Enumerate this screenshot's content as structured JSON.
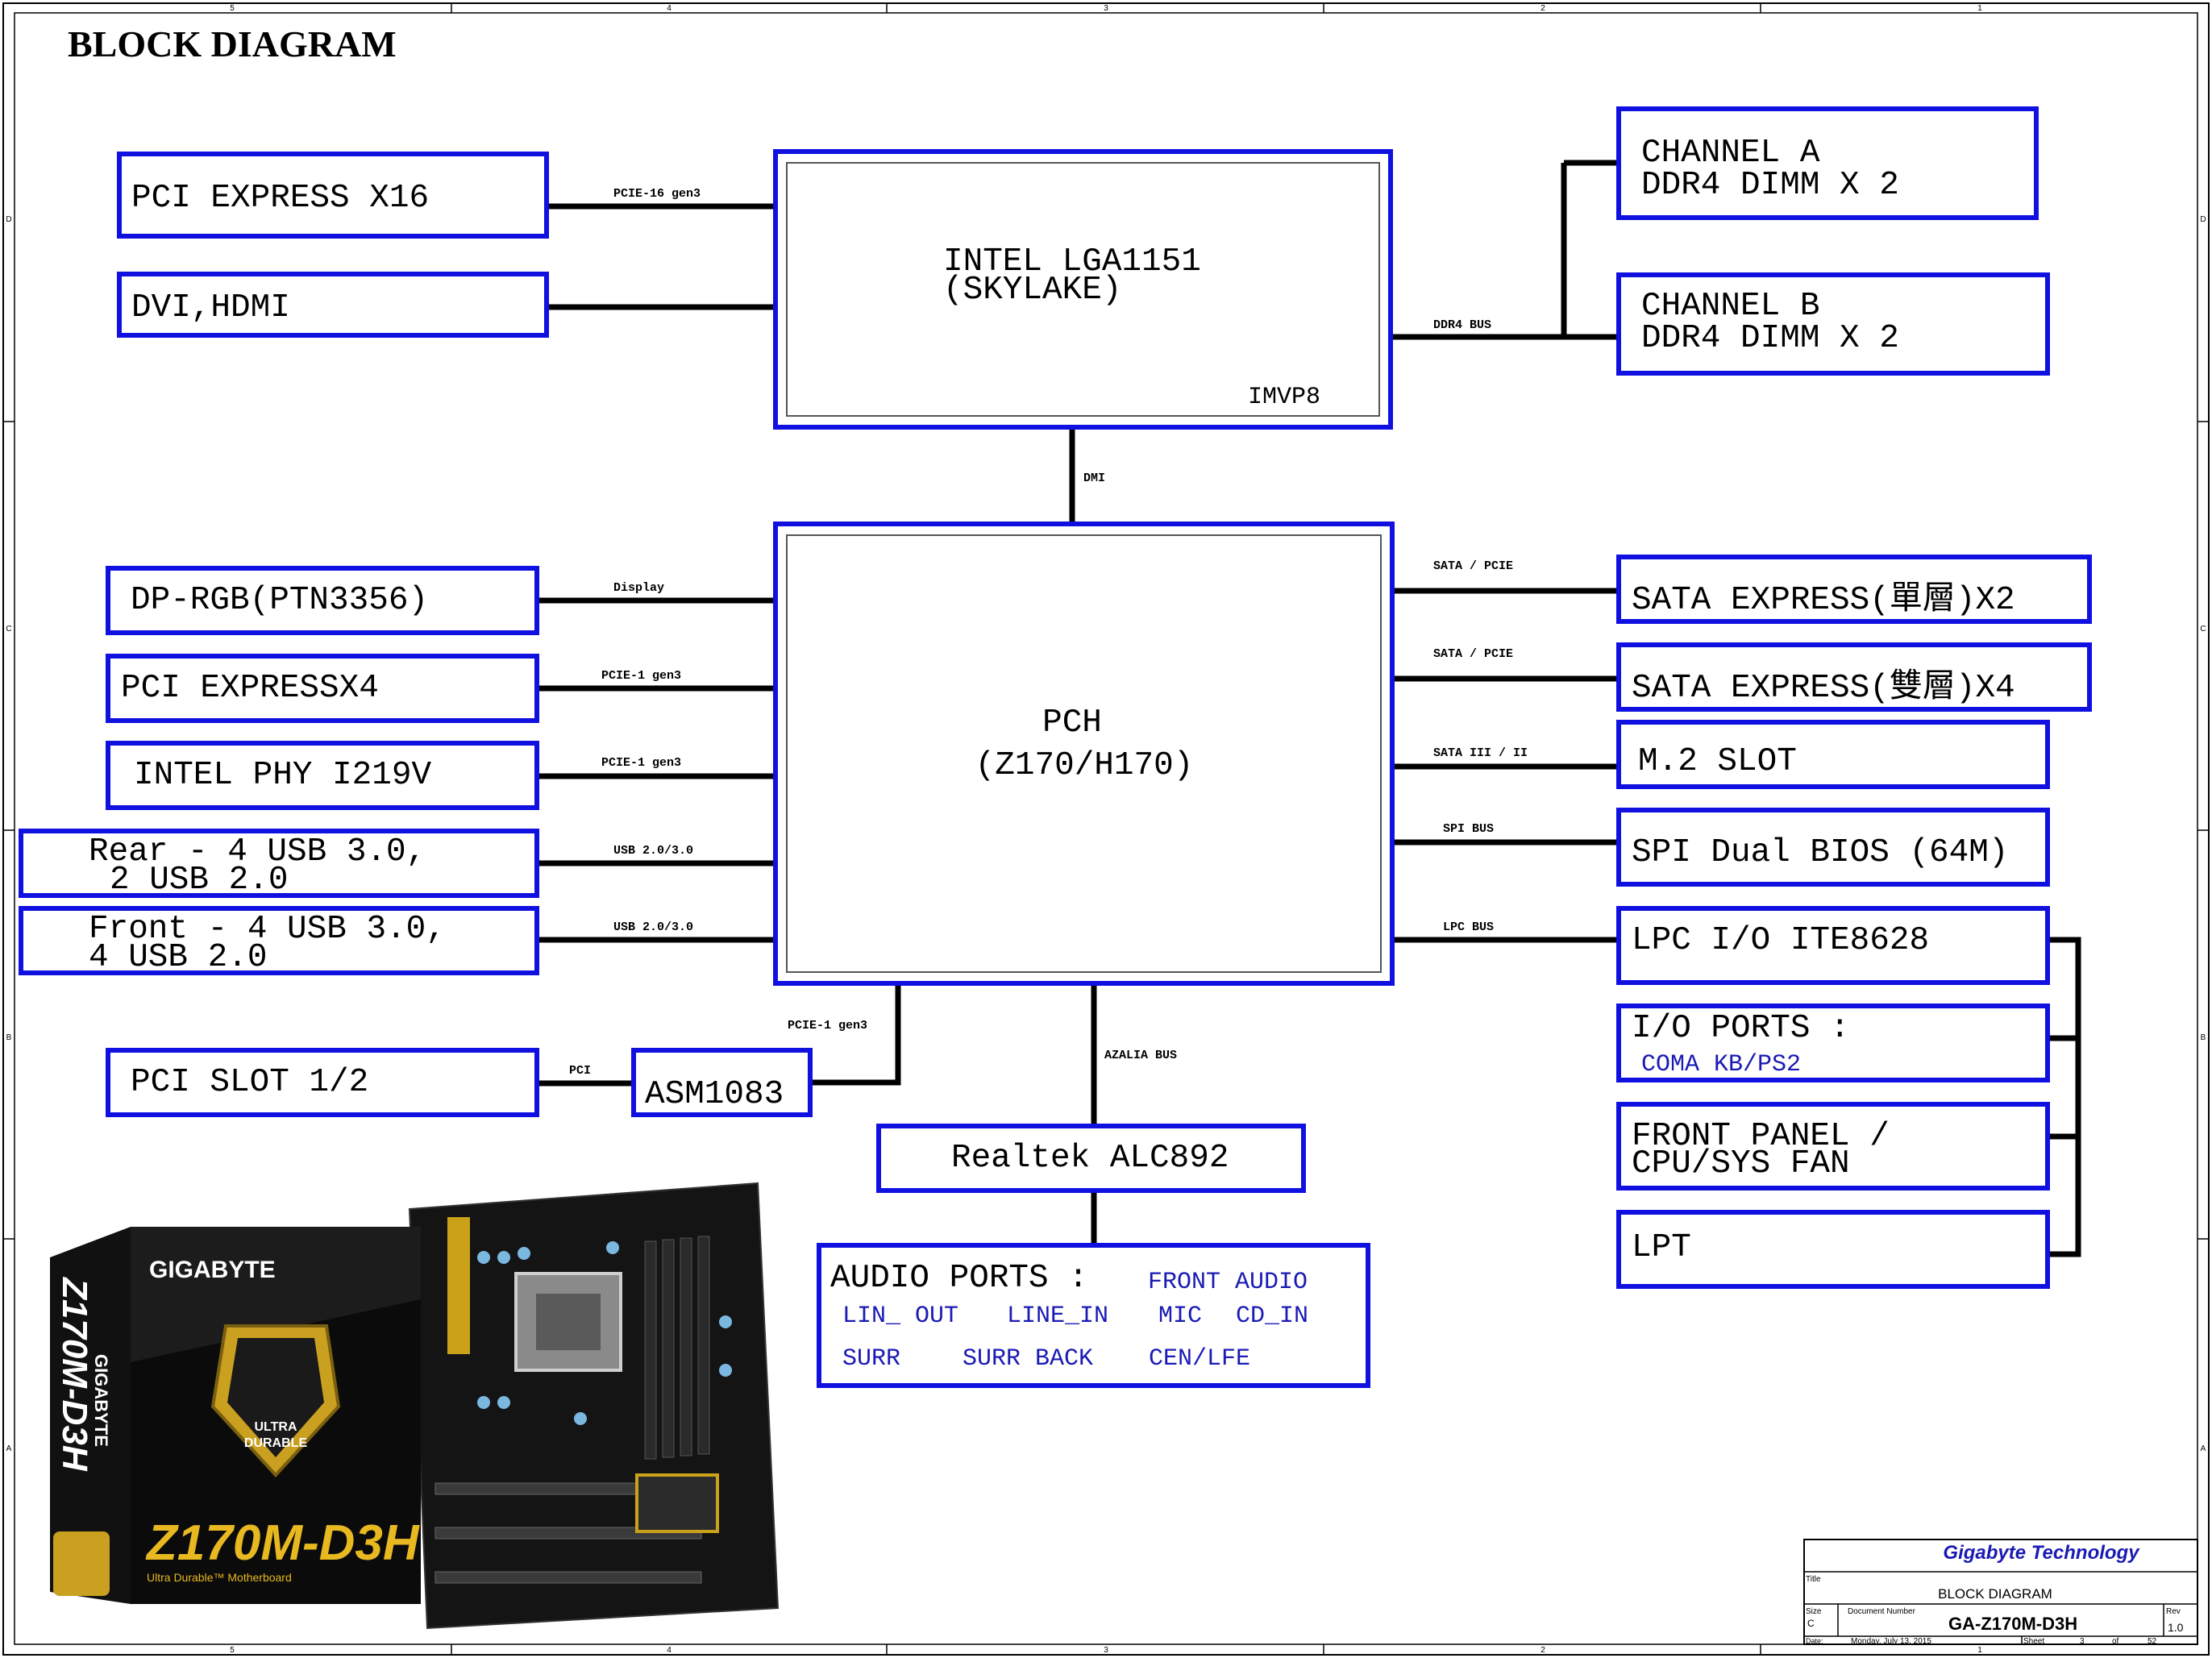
{
  "title": "BLOCK DIAGRAM",
  "border_markers": {
    "top": [
      "5",
      "4",
      "3",
      "2",
      "1"
    ],
    "bottom": [
      "5",
      "4",
      "3",
      "2",
      "1"
    ],
    "left": [
      "D",
      "C",
      "B",
      "A"
    ],
    "right": [
      "D",
      "C",
      "B",
      "A"
    ]
  },
  "cpu": {
    "line1": "INTEL LGA1151",
    "line2": "(SKYLAKE)",
    "corner": "IMVP8"
  },
  "pch": {
    "line1": "PCH",
    "line2": "(Z170/H170)"
  },
  "blocks": {
    "pcie_x16": "PCI EXPRESS X16",
    "dvi_hdmi": "DVI,HDMI",
    "channel_a": [
      "CHANNEL A",
      "DDR4  DIMM X 2"
    ],
    "channel_b": [
      "CHANNEL B",
      "DDR4 DIMM X 2"
    ],
    "dp_rgb": "DP-RGB(PTN3356)",
    "pcie_x4": "PCI EXPRESSX4",
    "intel_phy": "INTEL PHY I219V",
    "rear_usb": [
      "Rear - 4 USB 3.0,",
      "2 USB 2.0"
    ],
    "front_usb": [
      "Front - 4 USB 3.0,",
      "4 USB 2.0"
    ],
    "pci_slot": "PCI SLOT 1/2",
    "asm1083": "ASM1083",
    "realtek": "Realtek ALC892",
    "sata_x2": "SATA EXPRESS(單層)X2",
    "sata_x4": "SATA EXPRESS(雙層)X4",
    "m2": "M.2 SLOT",
    "spi": "SPI Dual BIOS (64M)",
    "lpc": "LPC I/O ITE8628",
    "io_ports": {
      "title": "I/O PORTS :",
      "items": "COMA  KB/PS2"
    },
    "front_panel": [
      "FRONT PANEL /",
      "CPU/SYS FAN"
    ],
    "lpt": "LPT",
    "audio_ports": {
      "title": "AUDIO PORTS :",
      "front": "FRONT AUDIO",
      "row2": [
        "LIN_ OUT",
        "LINE_IN",
        "MIC",
        "CD_IN"
      ],
      "row3": [
        "SURR",
        "SURR BACK",
        "CEN/LFE"
      ]
    }
  },
  "buses": {
    "pcie16": "PCIE-16 gen3",
    "ddr4": "DDR4 BUS",
    "dmi": "DMI",
    "display": "Display",
    "pcie1_a": "PCIE-1 gen3",
    "pcie1_b": "PCIE-1 gen3",
    "usb_a": "USB 2.0/3.0",
    "usb_b": "USB 2.0/3.0",
    "pcie1_c": "PCIE-1 gen3",
    "pci": "PCI",
    "azalia": "AZALIA BUS",
    "sata_pcie_a": "SATA / PCIE",
    "sata_pcie_b": "SATA / PCIE",
    "sata3": "SATA III / II",
    "spi": "SPI BUS",
    "lpc": "LPC BUS"
  },
  "product": {
    "brand": "GIGABYTE",
    "model": "Z170M-D3H",
    "badge": [
      "ULTRA",
      "DURABLE"
    ],
    "tagline": "Ultra Durable™ Motherboard"
  },
  "title_block": {
    "company": "Gigabyte Technology",
    "title_label": "Title",
    "title_value": "BLOCK DIAGRAM",
    "size_label": "Size",
    "size_value": "C",
    "docnum_label": "Document Number",
    "docnum_value": "GA-Z170M-D3H",
    "rev_label": "Rev",
    "rev_value": "1.0",
    "date_label": "Date:",
    "date_value": "Monday, July 13, 2015",
    "sheet_label": "Sheet",
    "sheet_value": "3",
    "of_label": "of",
    "of_value": "52"
  },
  "colors": {
    "box_border": "#1010e0",
    "line": "#000000",
    "accent_text": "#1a1ab4"
  }
}
